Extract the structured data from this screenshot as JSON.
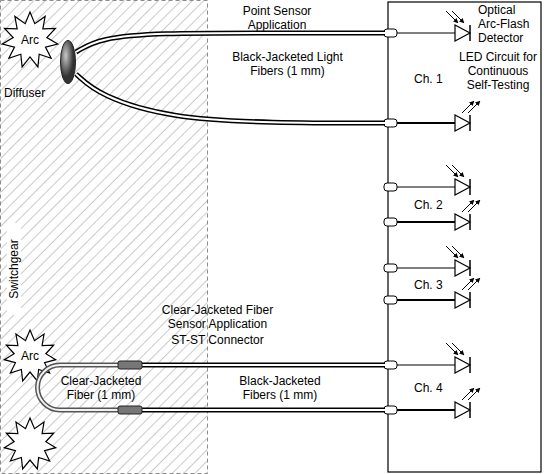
{
  "diagram": {
    "nodes": [
      {
        "text": [
          "Switchgear"
        ]
      },
      {
        "text": [
          "Arc"
        ],
        "in": 0
      },
      {
        "text": [
          "Diffuser"
        ],
        "in": 0
      },
      {
        "text": [
          "Arc"
        ],
        "in": 0
      }
    ],
    "labels": [
      "Point Sensor Application",
      "Black-Jacketed Light Fibers (1 mm)",
      "Optical Arc-Flash Detector",
      "LED Circuit for Continuous Self-Testing",
      "Ch. 1",
      "Ch. 2",
      "Ch. 3",
      "Ch. 4",
      "Clear-Jacketed Fiber Sensor Application",
      "ST-ST Connector",
      "Clear-Jacketed Fiber (1 mm)",
      "Black-Jacketed Fibers (1 mm)"
    ]
  }
}
